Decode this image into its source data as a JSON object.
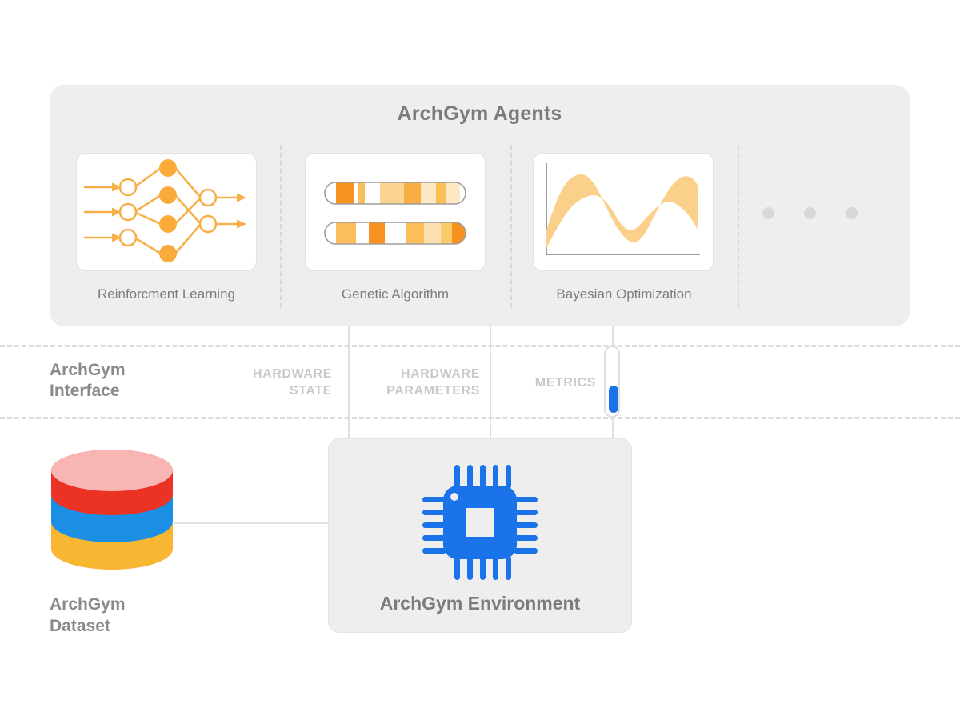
{
  "diagram": {
    "title": "ArchGym Agents",
    "background": "#ffffff"
  },
  "agents_panel": {
    "title": "ArchGym Agents",
    "panel_color": "#eeeeee",
    "cards": [
      {
        "label": "Reinforcment Learning",
        "icon": "neural-network-icon"
      },
      {
        "label": "Genetic Algorithm",
        "icon": "chromosome-icon"
      },
      {
        "label": "Bayesian Optimization",
        "icon": "confidence-band-chart-icon"
      }
    ],
    "more_indicator": "ellipsis-dots"
  },
  "interface": {
    "title_line1": "ArchGym",
    "title_line2": "Interface",
    "labels": [
      {
        "line1": "HARDWARE",
        "line2": "STATE"
      },
      {
        "line1": "HARDWARE",
        "line2": "PARAMETERS"
      },
      {
        "line1": "METRICS",
        "line2": ""
      }
    ],
    "label_color": "#c9c9c9",
    "accent_color": "#1a73e8"
  },
  "environment": {
    "label": "ArchGym Environment",
    "icon": "cpu-chip-icon",
    "icon_color": "#1a73e8"
  },
  "dataset": {
    "label_line1": "ArchGym",
    "label_line2": "Dataset",
    "icon": "database-cylinder-icon",
    "layer_colors": [
      "#f9b4b4",
      "#ea3323",
      "#1a8fe3",
      "#f7b733"
    ]
  },
  "chart_data": {
    "type": "area",
    "title": "Bayesian Optimization",
    "xlabel": "",
    "ylabel": "",
    "grid": false,
    "legend": "none",
    "x": [
      0,
      1,
      2,
      3,
      4,
      5,
      6,
      7
    ],
    "series": [
      {
        "name": "upper bound",
        "values": [
          62,
          78,
          70,
          46,
          30,
          56,
          80,
          78
        ]
      },
      {
        "name": "lower bound",
        "values": [
          30,
          52,
          44,
          22,
          10,
          38,
          62,
          52
        ]
      }
    ],
    "band_color": "#fbd08a"
  },
  "ga_chromosomes": {
    "type": "bar",
    "rows": [
      {
        "name": "chromosome-1",
        "segments": [
          {
            "color": "#ffffff",
            "width": 8
          },
          {
            "color": "#f79220",
            "width": 13
          },
          {
            "color": "#ffffff",
            "width": 2
          },
          {
            "color": "#fbbe5a",
            "width": 5
          },
          {
            "color": "#ffffff",
            "width": 11
          },
          {
            "color": "#fcd48f",
            "width": 17
          },
          {
            "color": "#f9ad45",
            "width": 12
          },
          {
            "color": "#fde8c6",
            "width": 11
          },
          {
            "color": "#fac055",
            "width": 7
          },
          {
            "color": "#fde8c6",
            "width": 10
          },
          {
            "color": "#ffffff",
            "width": 4
          }
        ]
      },
      {
        "name": "chromosome-2",
        "segments": [
          {
            "color": "#ffffff",
            "width": 8
          },
          {
            "color": "#fbbe5a",
            "width": 14
          },
          {
            "color": "#ffffff",
            "width": 9
          },
          {
            "color": "#f79220",
            "width": 11
          },
          {
            "color": "#ffffff",
            "width": 15
          },
          {
            "color": "#fbbe5a",
            "width": 13
          },
          {
            "color": "#fde0b0",
            "width": 12
          },
          {
            "color": "#fac969",
            "width": 8
          },
          {
            "color": "#f79220",
            "width": 10
          }
        ]
      }
    ]
  },
  "neural_network": {
    "type": "graph",
    "layers": [
      {
        "name": "input",
        "nodes": 3,
        "style": "hollow"
      },
      {
        "name": "hidden",
        "nodes": 4,
        "style": "filled"
      },
      {
        "name": "output",
        "nodes": 2,
        "style": "hollow"
      }
    ],
    "color": "#f7b049"
  }
}
